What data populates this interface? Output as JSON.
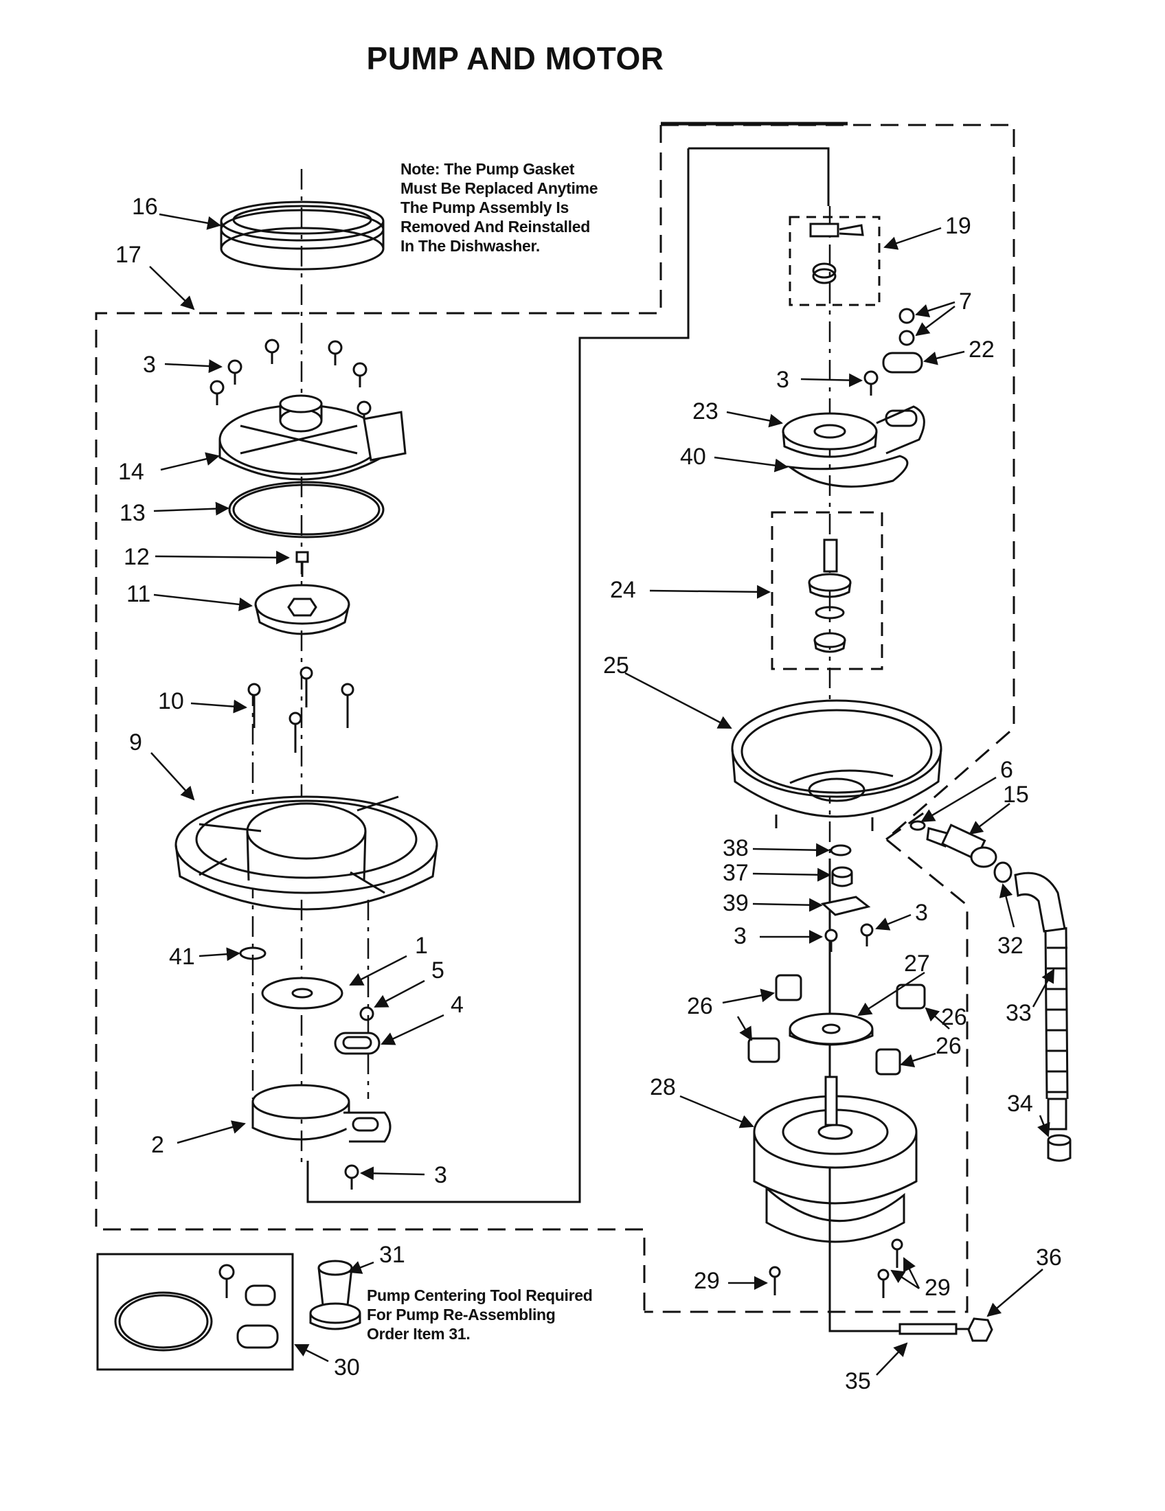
{
  "title": "PUMP AND MOTOR",
  "notes": {
    "gasket": [
      "Note: The Pump Gasket",
      "Must Be Replaced Anytime",
      "The Pump Assembly Is",
      "Removed And Reinstalled",
      "In The Dishwasher."
    ],
    "centering_tool": [
      "Pump Centering Tool Required",
      "For Pump Re-Assembling",
      "Order Item 31."
    ]
  },
  "callouts": [
    {
      "label": "16"
    },
    {
      "label": "17"
    },
    {
      "label": "3"
    },
    {
      "label": "14"
    },
    {
      "label": "13"
    },
    {
      "label": "12"
    },
    {
      "label": "11"
    },
    {
      "label": "10"
    },
    {
      "label": "9"
    },
    {
      "label": "41"
    },
    {
      "label": "1"
    },
    {
      "label": "5"
    },
    {
      "label": "4"
    },
    {
      "label": "2"
    },
    {
      "label": "3"
    },
    {
      "label": "19"
    },
    {
      "label": "7"
    },
    {
      "label": "22"
    },
    {
      "label": "3"
    },
    {
      "label": "23"
    },
    {
      "label": "40"
    },
    {
      "label": "24"
    },
    {
      "label": "25"
    },
    {
      "label": "6"
    },
    {
      "label": "15"
    },
    {
      "label": "38"
    },
    {
      "label": "37"
    },
    {
      "label": "39"
    },
    {
      "label": "3"
    },
    {
      "label": "3"
    },
    {
      "label": "32"
    },
    {
      "label": "27"
    },
    {
      "label": "33"
    },
    {
      "label": "26"
    },
    {
      "label": "26"
    },
    {
      "label": "26"
    },
    {
      "label": "28"
    },
    {
      "label": "34"
    },
    {
      "label": "29"
    },
    {
      "label": "29"
    },
    {
      "label": "31"
    },
    {
      "label": "30"
    },
    {
      "label": "36"
    },
    {
      "label": "35"
    }
  ]
}
